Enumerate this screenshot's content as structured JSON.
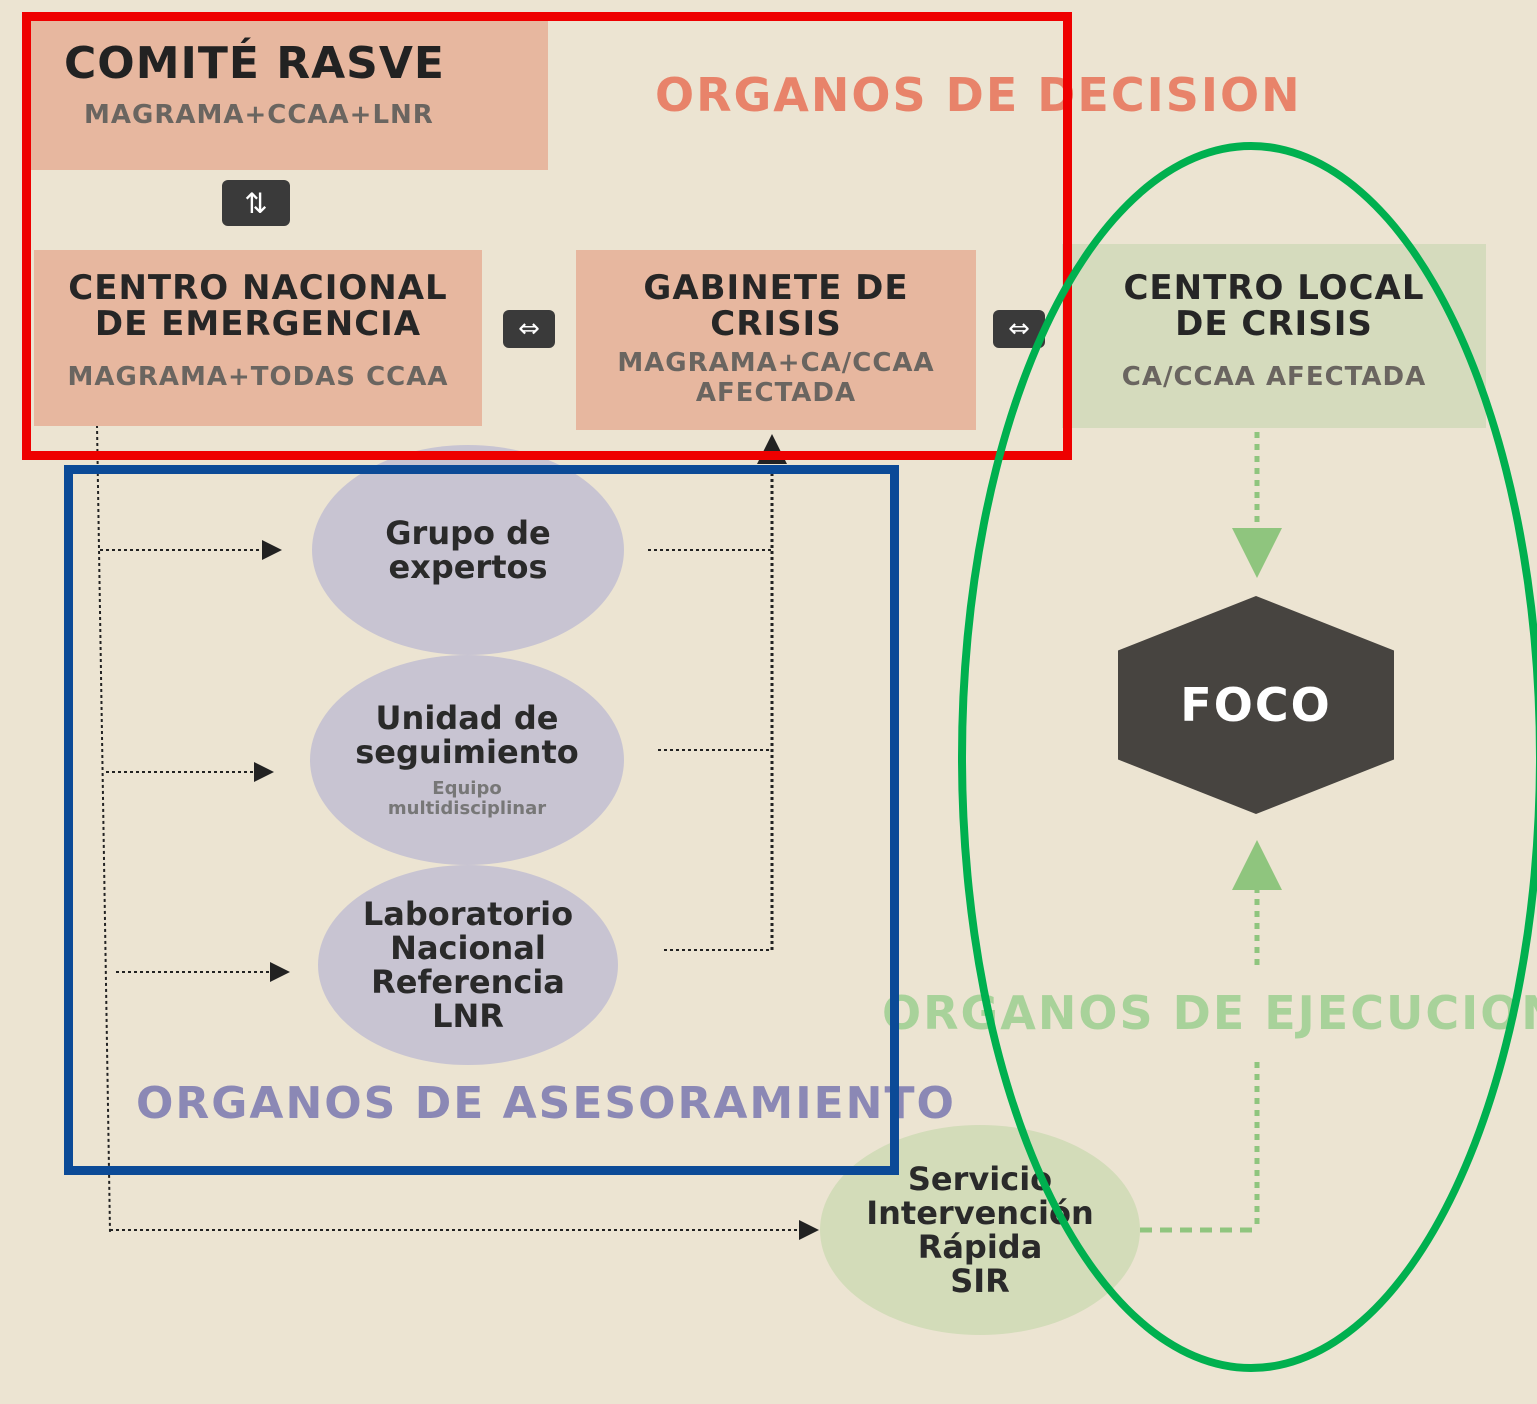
{
  "comite": {
    "title": "COMITÉ RASVE",
    "sub": "MAGRAMA+CCAA+LNR"
  },
  "decision_label": "ORGANOS DE DECISION",
  "centro_nacional": {
    "title_1": "CENTRO NACIONAL",
    "title_2": "DE EMERGENCIA",
    "sub": "MAGRAMA+TODAS CCAA"
  },
  "gabinete": {
    "title_1": "GABINETE DE",
    "title_2": "CRISIS",
    "sub_1": "MAGRAMA+CA/CCAA",
    "sub_2": "AFECTADA"
  },
  "centro_local": {
    "title_1": "CENTRO LOCAL",
    "title_2": "DE CRISIS",
    "sub": "CA/CCAA AFECTADA"
  },
  "foco": "FOCO",
  "grupo": {
    "line_1": "Grupo de",
    "line_2": "expertos"
  },
  "unidad": {
    "line_1": "Unidad de",
    "line_2": "seguimiento",
    "small_1": "Equipo",
    "small_2": "multidisciplinar"
  },
  "laboratorio": {
    "line_1": "Laboratorio",
    "line_2": "Nacional",
    "line_3": "Referencia",
    "line_4": "LNR"
  },
  "ejecucion_label": "ORGANOS DE EJECUCION",
  "asesoramiento_label": "ORGANOS DE ASESORAMIENTO",
  "sir": {
    "line_1": "Servicio",
    "line_2": "Intervención",
    "line_3": "Rápida",
    "line_4": "SIR"
  },
  "colors": {
    "red_frame": "#ee0000",
    "blue_frame": "#0b4a97",
    "green_ellipse": "#00b04f",
    "decision": "#e8836a",
    "ejecucion": "#a8d29a",
    "asesoramiento": "#8b88b5"
  }
}
